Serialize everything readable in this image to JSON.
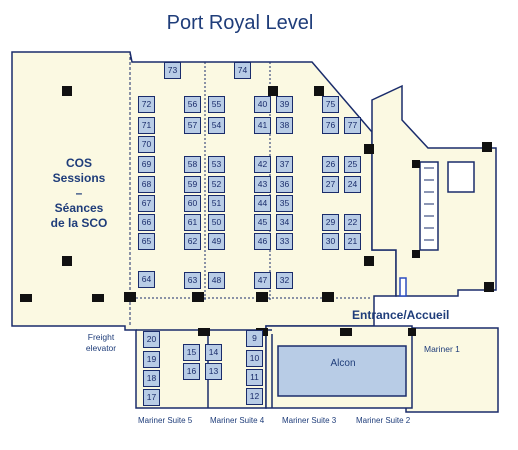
{
  "title": "Port Royal Level",
  "cos_label": [
    "COS",
    "Sessions",
    "–",
    "Séances",
    "de la SCO"
  ],
  "entrance_label": "Entrance/Accueil",
  "freight_label": [
    "Freight",
    "elevator"
  ],
  "alcon_label": "Alcon",
  "mariner1_label": "Mariner 1",
  "suites": [
    "Mariner Suite 5",
    "Mariner Suite 4",
    "Mariner Suite 3",
    "Mariner Suite 2"
  ],
  "booths": [
    "73",
    "74",
    "72",
    "56",
    "55",
    "40",
    "39",
    "75",
    "71",
    "57",
    "54",
    "41",
    "38",
    "76",
    "77",
    "70",
    "69",
    "58",
    "53",
    "42",
    "37",
    "26",
    "25",
    "68",
    "59",
    "52",
    "43",
    "36",
    "27",
    "24",
    "67",
    "60",
    "51",
    "44",
    "35",
    "66",
    "61",
    "50",
    "45",
    "34",
    "29",
    "22",
    "65",
    "62",
    "49",
    "46",
    "33",
    "30",
    "21",
    "64",
    "63",
    "48",
    "47",
    "32",
    "20",
    "19",
    "18",
    "17",
    "15",
    "14",
    "16",
    "13",
    "9",
    "10",
    "11",
    "12"
  ],
  "colors": {
    "floor": "#fbf9e2",
    "booth": "#b8cce6",
    "outline": "#1a2c6b",
    "text": "#1f3d7a"
  }
}
